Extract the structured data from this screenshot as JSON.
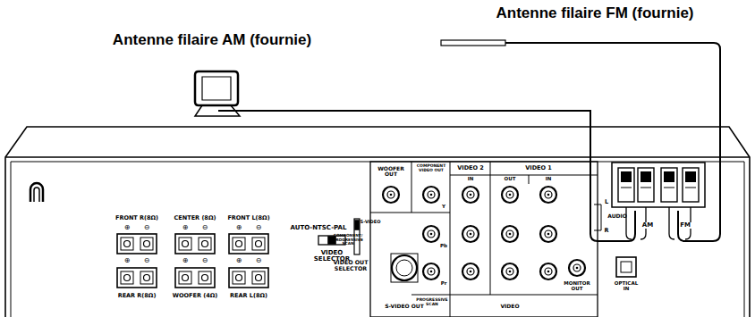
{
  "diagram": {
    "labels": [
      "Antenne filaire AM (fournie)",
      "Antenne filaire FM (fournie)",
      "FRONT R(8Ω)",
      "CENTER (8Ω)",
      "FRONT L(8Ω)",
      "⊕",
      "⊖",
      "⊕",
      "⊖",
      "⊕",
      "⊖",
      "⊕",
      "⊖",
      "⊕",
      "⊖",
      "⊕",
      "⊖",
      "REAR R(8Ω)",
      "WOOFER (4Ω)",
      "REAR L(8Ω)",
      "AUTO-NTSC-PAL",
      "VIDEO SELECTOR",
      "S-VIDEO",
      "COMPONENT/ PROGRESSIVE SCAN",
      "VIDEO OUT SELECTOR",
      "WOOFER OUT",
      "COMPONENT VIDEO OUT",
      "VIDEO 2",
      "VIDEO 1",
      "IN",
      "OUT",
      "IN",
      "Y",
      "Pb",
      "Pr",
      "L",
      "AUDIO",
      "R",
      "S-VIDEO OUT",
      "PROGRESSIVE SCAN",
      "VIDEO",
      "MONITOR OUT",
      "OPTICAL IN",
      "AM",
      "FM"
    ]
  }
}
